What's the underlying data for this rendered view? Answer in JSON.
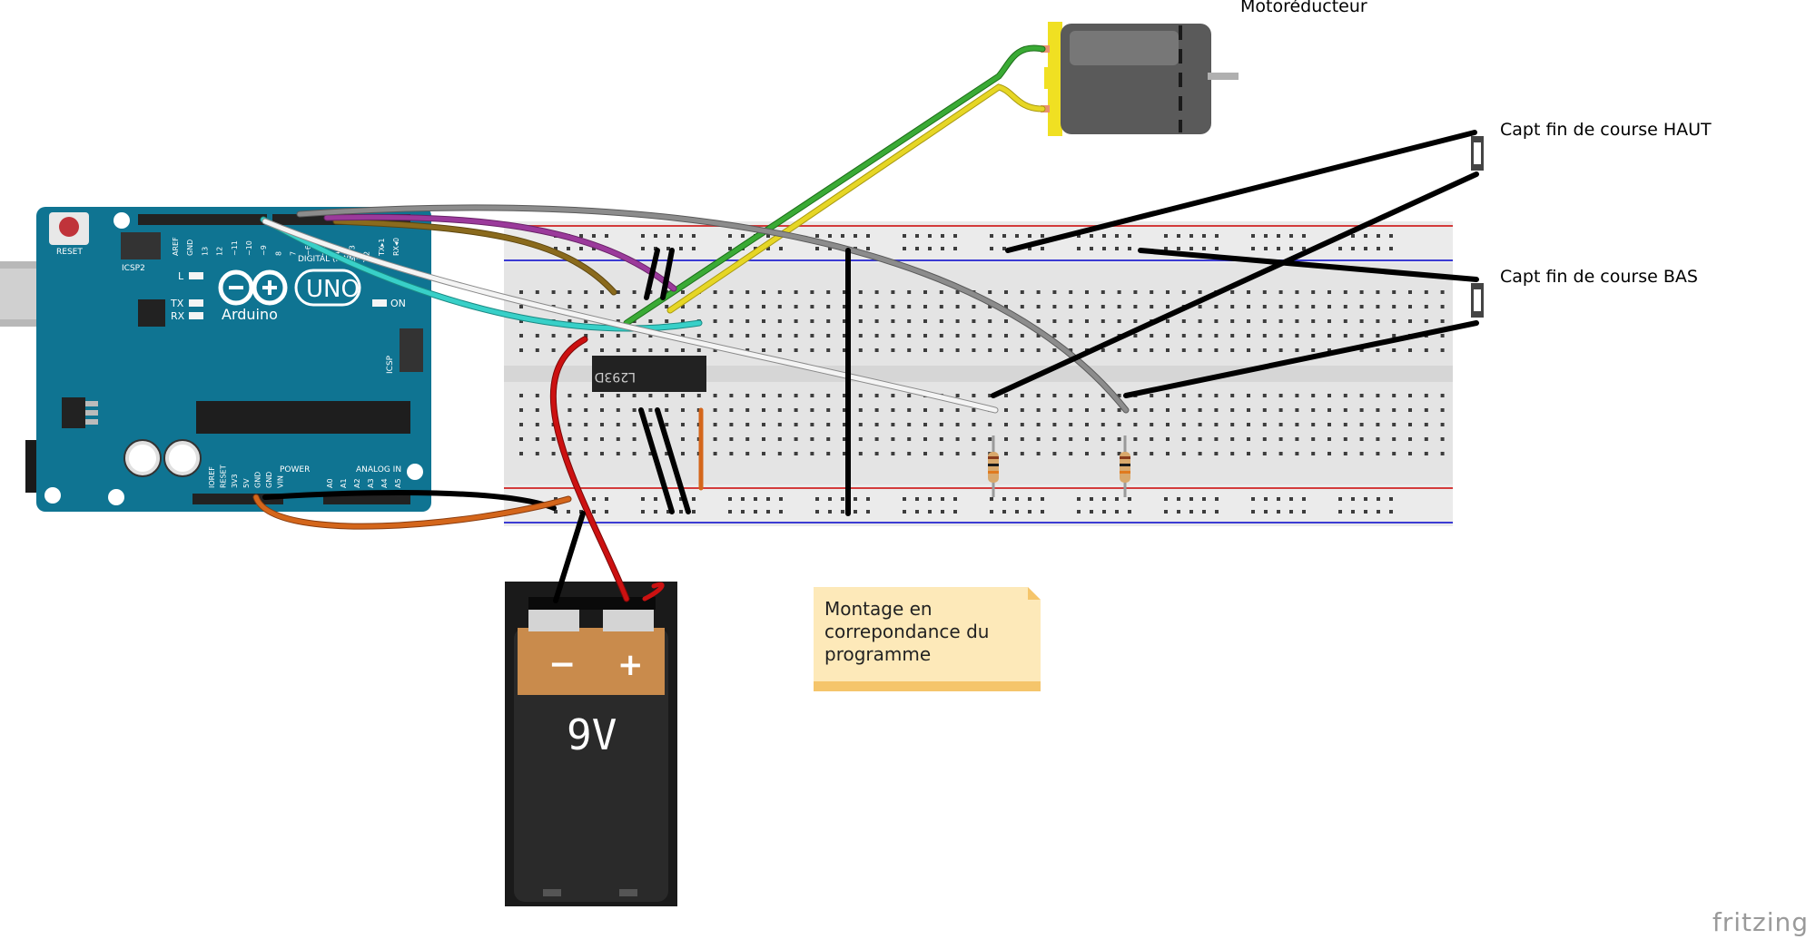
{
  "labels": {
    "motor": "Motoréducteur",
    "sensor_top": "Capt fin de course HAUT",
    "sensor_bottom": "Capt fin de course BAS"
  },
  "note": {
    "lines": [
      "Montage en",
      "correpondance du",
      "programme"
    ]
  },
  "arduino": {
    "brand": "Arduino",
    "model": "UNO",
    "reset": "RESET",
    "icsp2": "ICSP2",
    "icsp": "ICSP",
    "led_l": "L",
    "led_tx": "TX",
    "led_rx": "RX",
    "led_on": "ON",
    "digital_label": "DIGITAL (PWM~)",
    "power_label": "POWER",
    "analog_label": "ANALOG IN",
    "top_pins": [
      "AREF",
      "GND",
      "13",
      "12",
      "~11",
      "~10",
      "~9",
      "8",
      "7",
      "~6",
      "~5",
      "4",
      "~3",
      "2",
      "TX▸1",
      "RX◂0"
    ],
    "power_pins": [
      "IOREF",
      "RESET",
      "3V3",
      "5V",
      "GND",
      "GND",
      "VIN"
    ],
    "analog_pins": [
      "A0",
      "A1",
      "A2",
      "A3",
      "A4",
      "A5"
    ]
  },
  "chip": {
    "label": "L293D"
  },
  "battery": {
    "minus": "−",
    "plus": "+",
    "voltage": "9V"
  },
  "watermark": "fritzing",
  "colors": {
    "arduino_blue": "#0f7492",
    "breadboard": "#e6e6e6",
    "rail_red": "#d33b3b",
    "rail_blue": "#3b3bd3",
    "wire_green": "#3aaa35",
    "wire_yellow": "#e6d625",
    "wire_purple": "#9b3a9b",
    "wire_brown": "#8a6a1d",
    "wire_cyan": "#38d0c8",
    "wire_gray": "#8c8c8c",
    "wire_white": "#f4f4f4",
    "wire_black": "#1a1a1a",
    "wire_red": "#cc1111",
    "wire_orange": "#d4661b",
    "motor_yellow": "#f0e022",
    "battery_orange": "#c98b4c"
  }
}
